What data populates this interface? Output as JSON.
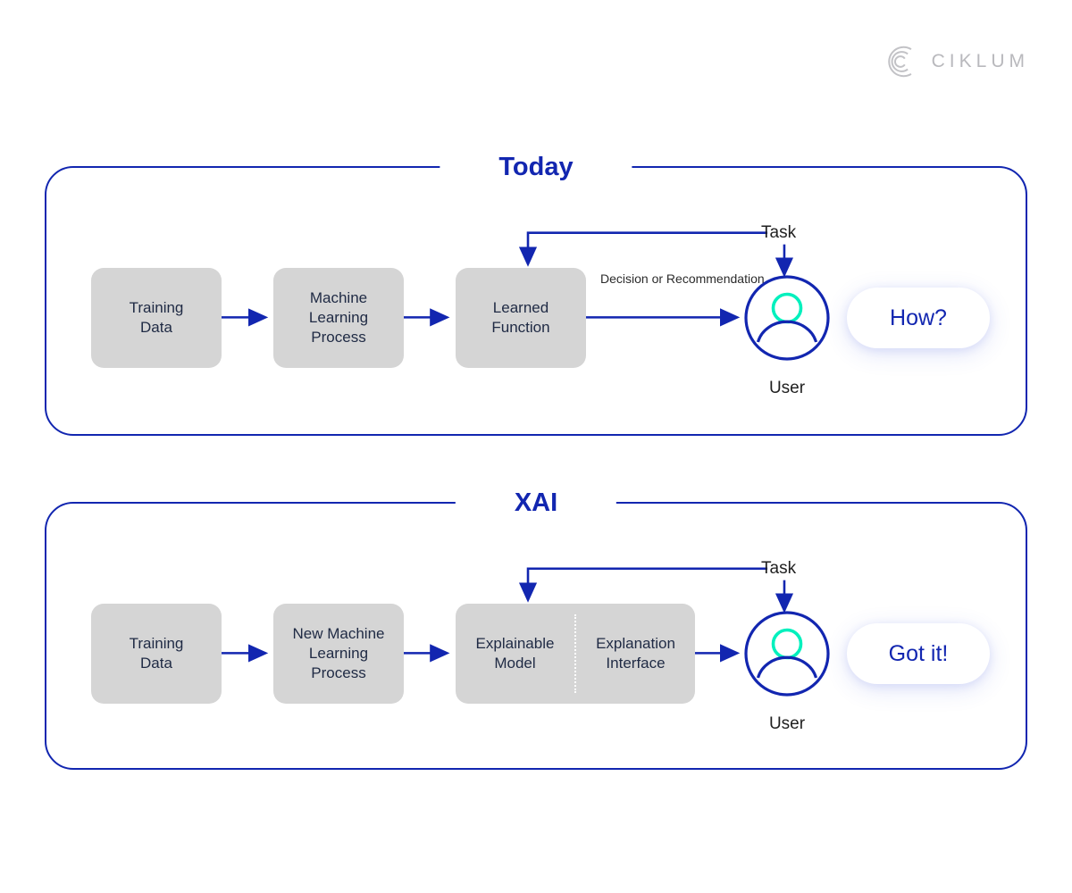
{
  "brand": {
    "name": "CIKLUM",
    "logo_icon": "ciklum-concentric-arc-logo",
    "color": "#b9b9bd"
  },
  "theme": {
    "accent_blue": "#1226b0",
    "box_gray": "#d5d5d5",
    "avatar_teal": "#00f0bd",
    "text_dark": "#1f2a44",
    "background": "#ffffff"
  },
  "sections": [
    {
      "id": "today",
      "title": "Today",
      "boxes": [
        {
          "id": "training-data",
          "lines": [
            "Training",
            "Data"
          ]
        },
        {
          "id": "ml-process",
          "lines": [
            "Machine",
            "Learning",
            "Process"
          ]
        },
        {
          "id": "learned-function",
          "lines": [
            "Learned",
            "Function"
          ]
        }
      ],
      "edge_label": {
        "lines": [
          "Decision or",
          "Recommendation"
        ]
      },
      "task_label": "Task",
      "user_label": "User",
      "bubble": "How?"
    },
    {
      "id": "xai",
      "title": "XAI",
      "boxes": [
        {
          "id": "training-data",
          "lines": [
            "Training",
            "Data"
          ]
        },
        {
          "id": "new-ml-process",
          "lines": [
            "New Machine",
            "Learning",
            "Process"
          ]
        },
        {
          "id": "explainable-model",
          "lines": [
            "Explainable",
            "Model"
          ]
        },
        {
          "id": "explanation-interface",
          "lines": [
            "Explanation",
            "Interface"
          ]
        }
      ],
      "task_label": "Task",
      "user_label": "User",
      "bubble": "Got it!"
    }
  ]
}
